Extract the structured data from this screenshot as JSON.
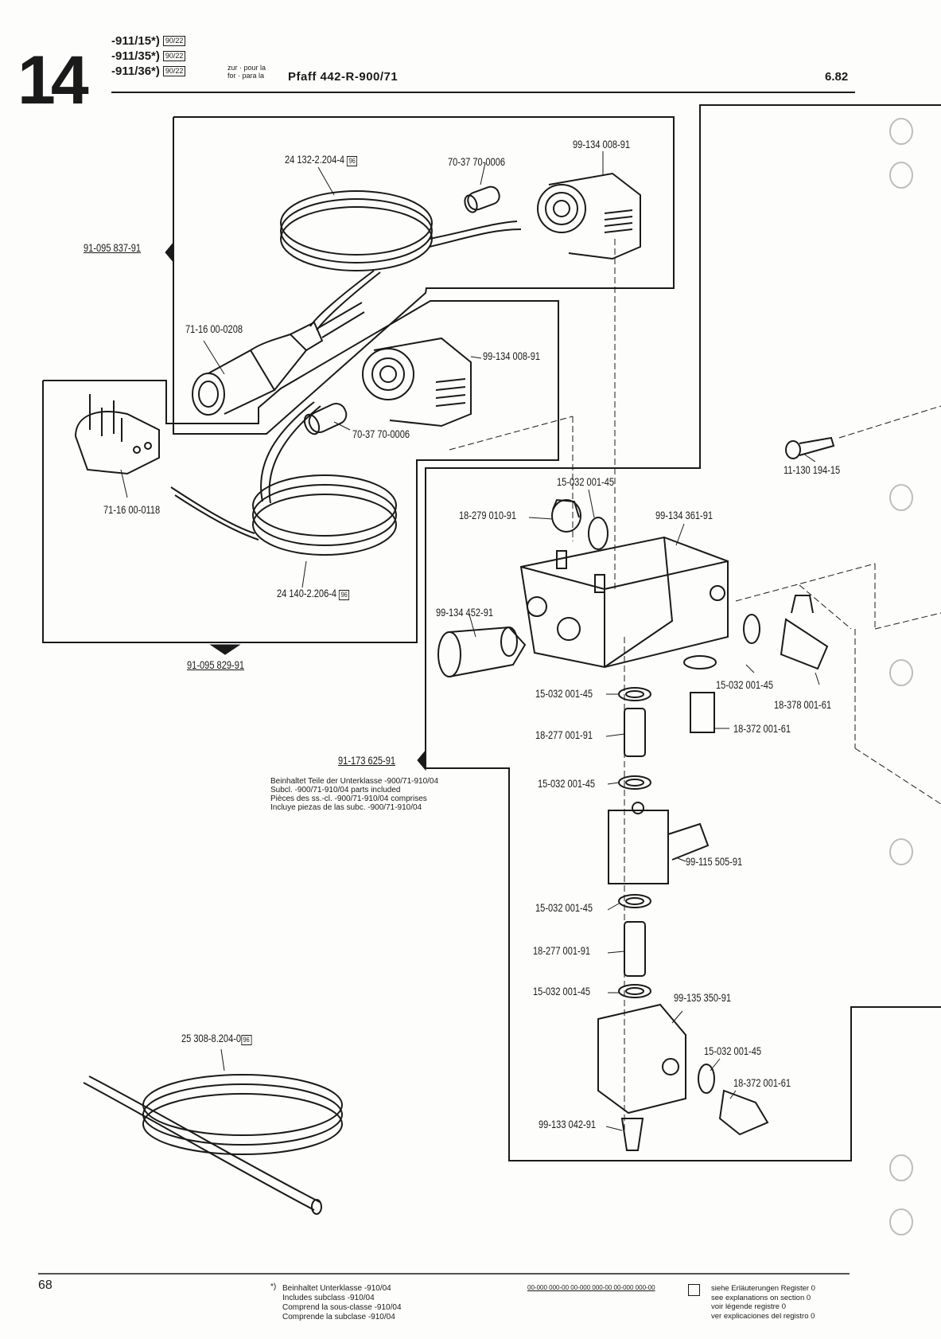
{
  "header": {
    "section_number": "14",
    "models": [
      {
        "code": "-911/15*)",
        "tag": "90/22"
      },
      {
        "code": "-911/35*)",
        "tag": "90/22"
      },
      {
        "code": "-911/36*)",
        "tag": "90/22"
      }
    ],
    "zur_line1": "zur · pour la",
    "zur_line2": "for · para la",
    "machine": "Pfaff 442-R-900/71",
    "date": "6.82"
  },
  "labels": {
    "cable_top": "24 132-2.204-4",
    "cable_top_tag": "96",
    "sleeve_top": "70-37 70-0006",
    "plug_top": "99-134 008-91",
    "group_a": "91-095 837-91",
    "connector": "71-16 00-0208",
    "plug_mid": "99-134 008-91",
    "sleeve_mid": "70-37 70-0006",
    "socket": "71-16 00-0118",
    "cable_low": "24 140-2.206-4",
    "cable_low_tag": "96",
    "group_b": "91-095 829-91",
    "screw": "11-130 194-15",
    "seal_a": "15-032 001-45",
    "plug_cap": "18-279 010-91",
    "valve": "99-134 361-91",
    "silencer": "99-134 452-91",
    "seal_b": "15-032 001-45",
    "nipple_a": "18-277 001-91",
    "seal_c": "15-032 001-45",
    "seal_right": "15-032 001-45",
    "elbow": "18-378 001-61",
    "fitting_right": "18-372 001-61",
    "group_c": "91-173 625-91",
    "block": "99-115 505-91",
    "seal_d": "15-032 001-45",
    "nipple_b": "18-277 001-91",
    "seal_e": "15-032 001-45",
    "manifold": "99-135 350-91",
    "seal_f": "15-032 001-45",
    "fitting_bottom": "18-372 001-61",
    "silencer_small": "99-133 042-91",
    "hose": "25 308-8.204-0",
    "hose_tag": "96"
  },
  "note": [
    "Beinhaltet Teile der Unterklasse -900/71-910/04",
    "Subcl. -900/71-910/04 parts included",
    "Pièces des ss.-cl. -900/71-910/04 comprises",
    "Incluye piezas de las subc. -900/71-910/04"
  ],
  "footer": {
    "page": "68",
    "star": "*)",
    "star_note": [
      "Beinhaltet Unterklasse -910/04",
      "Includes subclass -910/04",
      "Comprend la sous-classe -910/04",
      "Comprende la subclase -910/04"
    ],
    "codes": "00-000 000-00   00-000 000-00   00-000 000-00",
    "legend": [
      "siehe Erläuterungen Register 0",
      "see explanations on section 0",
      "voir légende registre 0",
      "ver explicaciones del registro 0"
    ]
  }
}
